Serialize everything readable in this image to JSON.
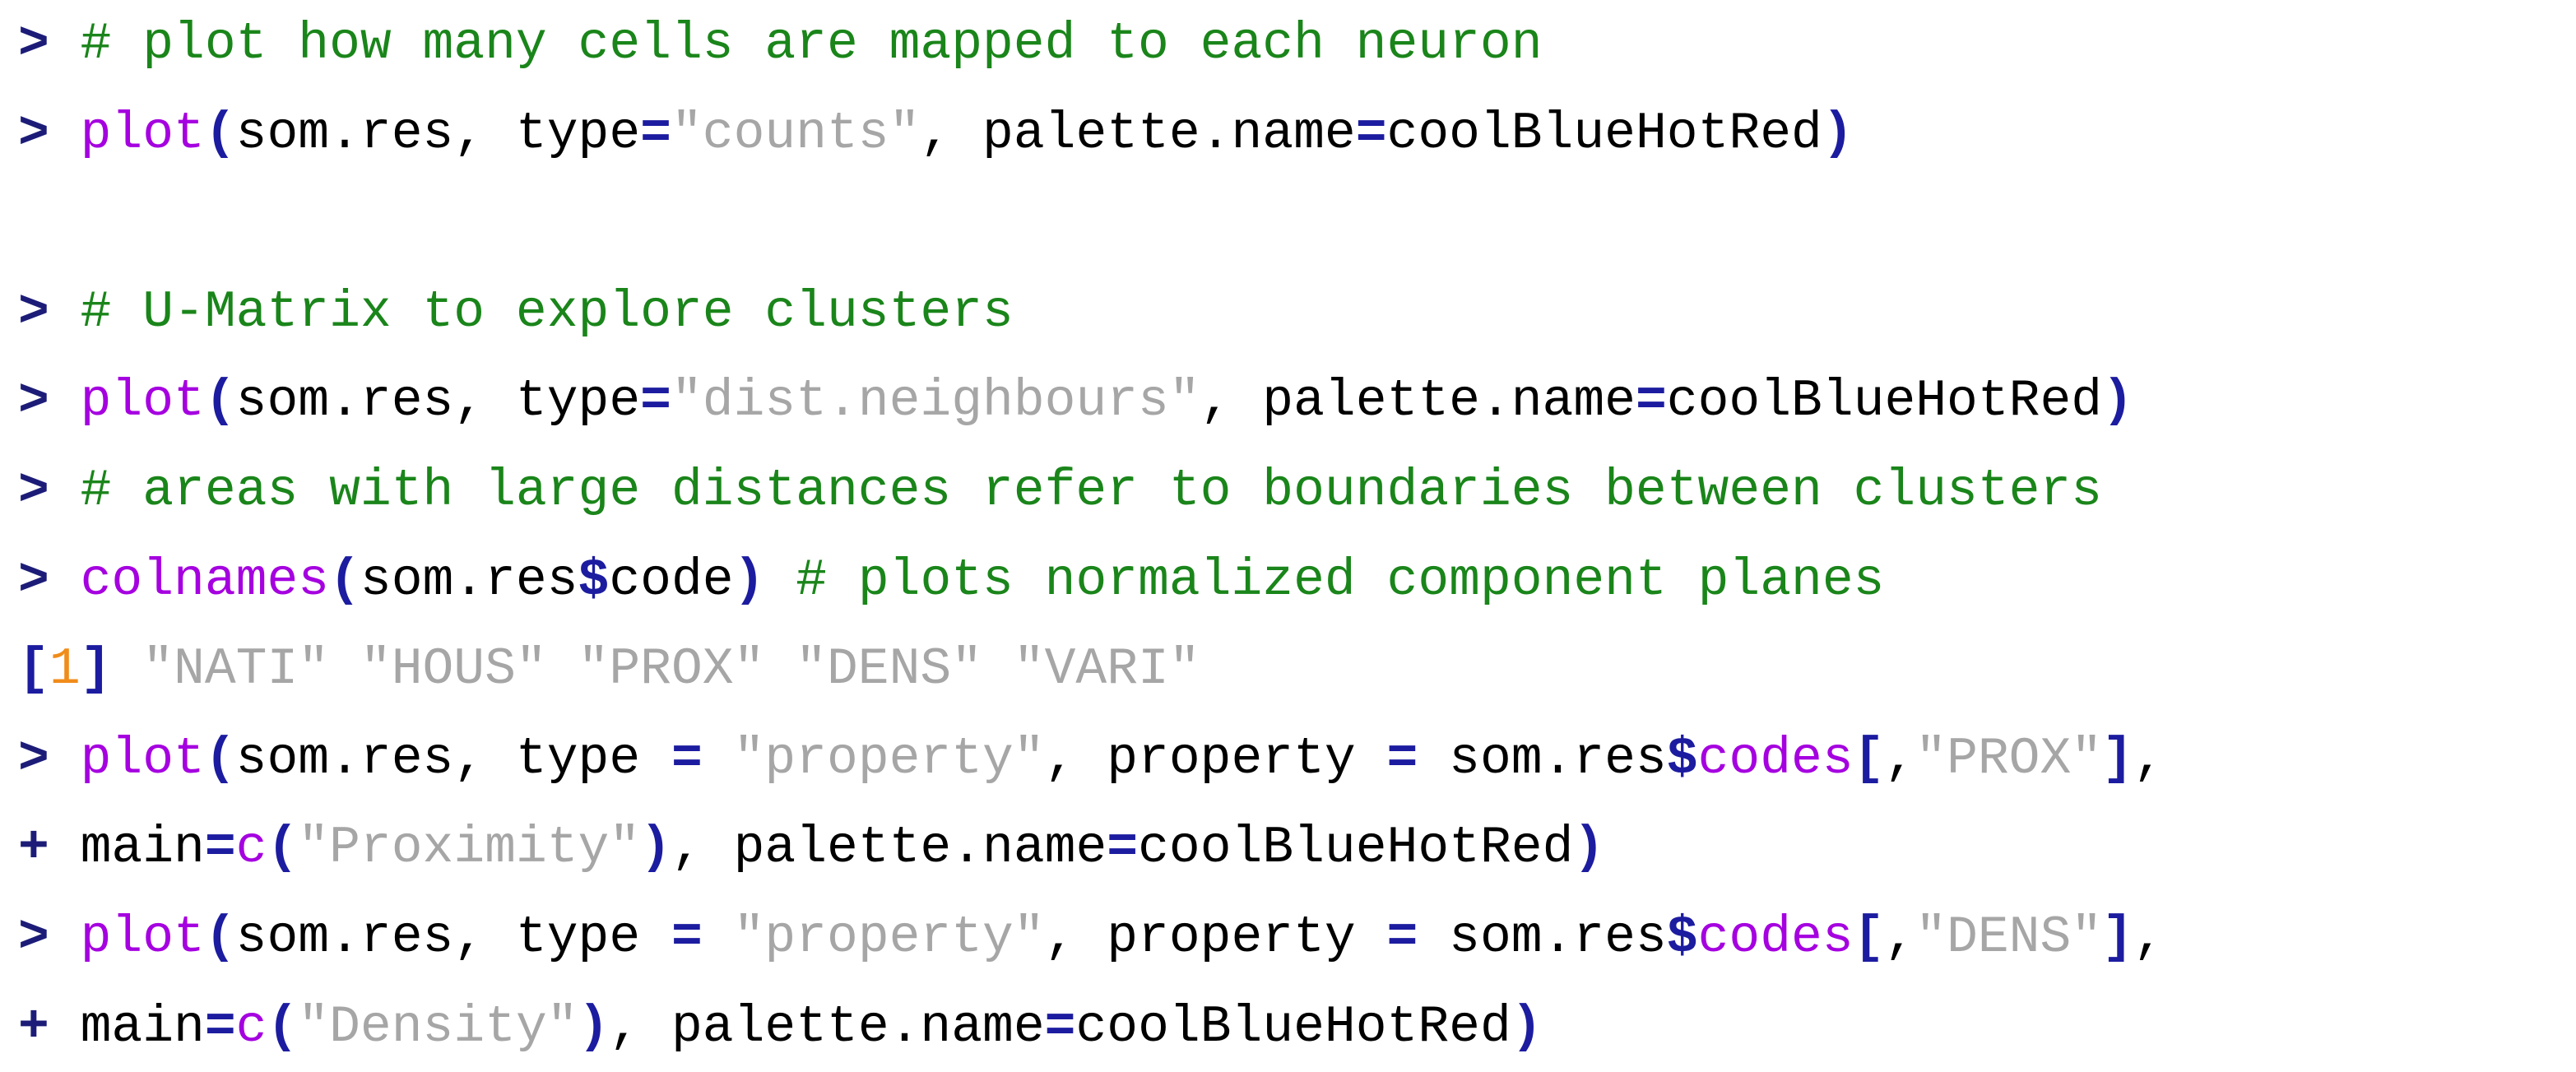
{
  "console": {
    "lines": [
      [
        [
          "prompt",
          "> "
        ],
        [
          "comment",
          "# plot how many cells are mapped to each neuron"
        ]
      ],
      [
        [
          "prompt",
          "> "
        ],
        [
          "func",
          "plot"
        ],
        [
          "paren",
          "("
        ],
        [
          "plain",
          "som.res, type"
        ],
        [
          "op",
          "="
        ],
        [
          "string",
          "\"counts\""
        ],
        [
          "plain",
          ", palette.name"
        ],
        [
          "op",
          "="
        ],
        [
          "plain",
          "coolBlueHotRed"
        ],
        [
          "paren",
          ")"
        ]
      ],
      [],
      [
        [
          "prompt",
          "> "
        ],
        [
          "comment",
          "# U-Matrix to explore clusters"
        ]
      ],
      [
        [
          "prompt",
          "> "
        ],
        [
          "func",
          "plot"
        ],
        [
          "paren",
          "("
        ],
        [
          "plain",
          "som.res, type"
        ],
        [
          "op",
          "="
        ],
        [
          "string",
          "\"dist.neighbours\""
        ],
        [
          "plain",
          ", palette.name"
        ],
        [
          "op",
          "="
        ],
        [
          "plain",
          "coolBlueHotRed"
        ],
        [
          "paren",
          ")"
        ]
      ],
      [
        [
          "prompt",
          "> "
        ],
        [
          "comment",
          "# areas with large distances refer to boundaries between clusters"
        ]
      ],
      [
        [
          "prompt",
          "> "
        ],
        [
          "func",
          "colnames"
        ],
        [
          "paren",
          "("
        ],
        [
          "plain",
          "som.res"
        ],
        [
          "op",
          "$"
        ],
        [
          "plain",
          "code"
        ],
        [
          "paren",
          ")"
        ],
        [
          "plain",
          " "
        ],
        [
          "comment",
          "# plots normalized component planes"
        ]
      ],
      [
        [
          "paren",
          "["
        ],
        [
          "num",
          "1"
        ],
        [
          "paren",
          "]"
        ],
        [
          "plain",
          " "
        ],
        [
          "string",
          "\"NATI\" \"HOUS\" \"PROX\" \"DENS\" \"VARI\""
        ]
      ],
      [
        [
          "prompt",
          "> "
        ],
        [
          "func",
          "plot"
        ],
        [
          "paren",
          "("
        ],
        [
          "plain",
          "som.res, type "
        ],
        [
          "op",
          "="
        ],
        [
          "plain",
          " "
        ],
        [
          "string",
          "\"property\""
        ],
        [
          "plain",
          ", property "
        ],
        [
          "op",
          "="
        ],
        [
          "plain",
          " som.res"
        ],
        [
          "op",
          "$"
        ],
        [
          "func",
          "codes"
        ],
        [
          "paren",
          "["
        ],
        [
          "plain",
          ","
        ],
        [
          "string",
          "\"PROX\""
        ],
        [
          "paren",
          "]"
        ],
        [
          "plain",
          ","
        ]
      ],
      [
        [
          "prompt",
          "+ "
        ],
        [
          "plain",
          "main"
        ],
        [
          "op",
          "="
        ],
        [
          "func",
          "c"
        ],
        [
          "paren",
          "("
        ],
        [
          "string",
          "\"Proximity\""
        ],
        [
          "paren",
          ")"
        ],
        [
          "plain",
          ", palette.name"
        ],
        [
          "op",
          "="
        ],
        [
          "plain",
          "coolBlueHotRed"
        ],
        [
          "paren",
          ")"
        ]
      ],
      [
        [
          "prompt",
          "> "
        ],
        [
          "func",
          "plot"
        ],
        [
          "paren",
          "("
        ],
        [
          "plain",
          "som.res, type "
        ],
        [
          "op",
          "="
        ],
        [
          "plain",
          " "
        ],
        [
          "string",
          "\"property\""
        ],
        [
          "plain",
          ", property "
        ],
        [
          "op",
          "="
        ],
        [
          "plain",
          " som.res"
        ],
        [
          "op",
          "$"
        ],
        [
          "func",
          "codes"
        ],
        [
          "paren",
          "["
        ],
        [
          "plain",
          ","
        ],
        [
          "string",
          "\"DENS\""
        ],
        [
          "paren",
          "]"
        ],
        [
          "plain",
          ","
        ]
      ],
      [
        [
          "prompt",
          "+ "
        ],
        [
          "plain",
          "main"
        ],
        [
          "op",
          "="
        ],
        [
          "func",
          "c"
        ],
        [
          "paren",
          "("
        ],
        [
          "string",
          "\"Density\""
        ],
        [
          "paren",
          ")"
        ],
        [
          "plain",
          ", palette.name"
        ],
        [
          "op",
          "="
        ],
        [
          "plain",
          "coolBlueHotRed"
        ],
        [
          "paren",
          ")"
        ]
      ]
    ]
  },
  "colors": {
    "comment": "#1a851a",
    "function": "#a500e0",
    "operator": "#1c1ca0",
    "string": "#a6a6a6",
    "number": "#f08c1a",
    "prompt": "#1c1c78",
    "plain": "#000000",
    "background": "#ffffff"
  }
}
